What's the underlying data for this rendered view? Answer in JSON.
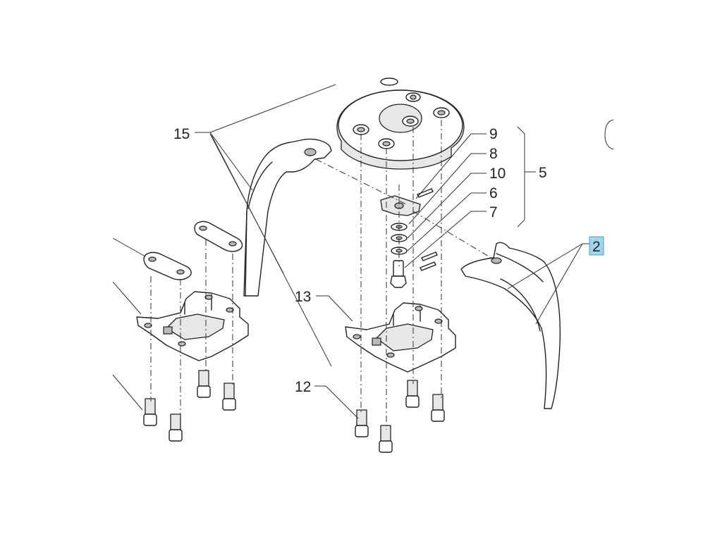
{
  "diagram": {
    "callouts": [
      {
        "id": "15",
        "label": "15"
      },
      {
        "id": "9",
        "label": "9"
      },
      {
        "id": "8",
        "label": "8"
      },
      {
        "id": "10",
        "label": "10"
      },
      {
        "id": "6",
        "label": "6"
      },
      {
        "id": "7",
        "label": "7"
      },
      {
        "id": "5",
        "label": "5"
      },
      {
        "id": "2",
        "label": "2",
        "highlighted": true
      },
      {
        "id": "13",
        "label": "13"
      },
      {
        "id": "12",
        "label": "12"
      }
    ],
    "highlight_color": "#9fd6ee",
    "line_color": "#222222"
  }
}
